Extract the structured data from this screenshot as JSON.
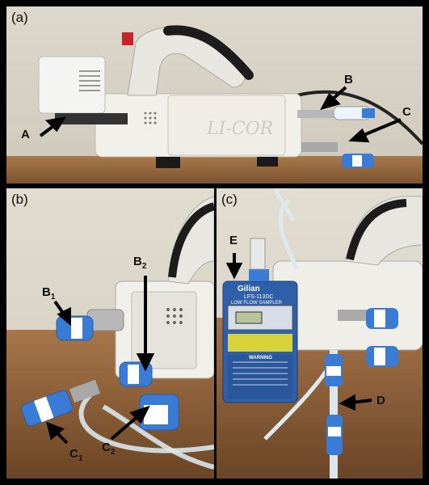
{
  "panels": {
    "a": {
      "label": "(a)",
      "callouts": {
        "A": "A",
        "B": "B",
        "C": "C"
      }
    },
    "b": {
      "label": "(b)",
      "callouts": {
        "B1": {
          "main": "B",
          "sub": "1"
        },
        "B2": {
          "main": "B",
          "sub": "2"
        },
        "C1": {
          "main": "C",
          "sub": "1"
        },
        "C2": {
          "main": "C",
          "sub": "2"
        }
      }
    },
    "c": {
      "label": "(c)",
      "callouts": {
        "E": "E",
        "D": "D"
      },
      "device": {
        "brand": "Gilian",
        "model": "LFS-113DC",
        "subtitle": "LOW FLOW SAMPLER",
        "warning": "WARNING"
      }
    }
  },
  "analyzer_brand": "LI-COR",
  "colors": {
    "frame": "#000000",
    "wall": "#d9d4c8",
    "table": "#9a6a3a",
    "device_white": "#f1efe9",
    "fitting_blue": "#3a7bd5",
    "sampler_blue": "#2e5fa8"
  }
}
